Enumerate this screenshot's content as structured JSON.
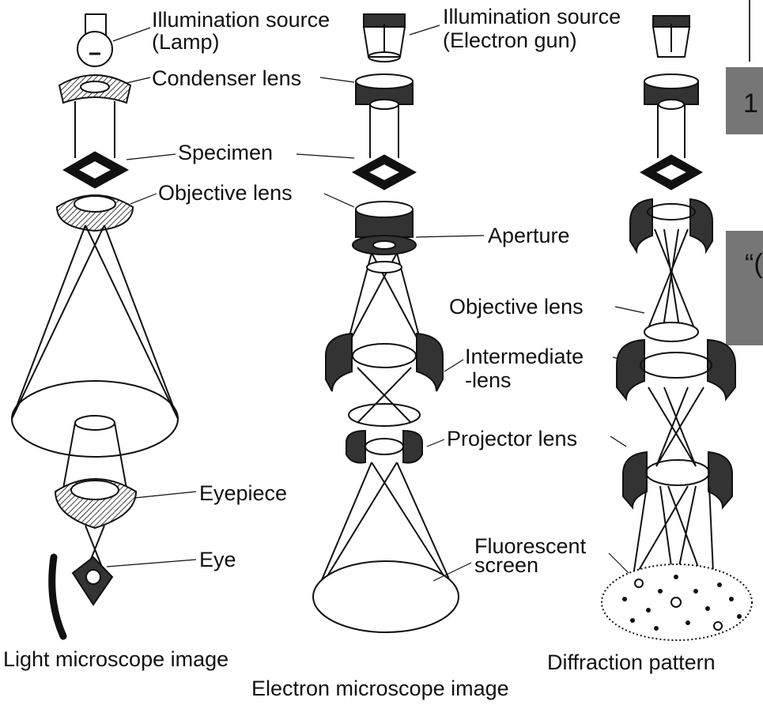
{
  "light_microscope": {
    "illumination_source": "Illumination source",
    "lamp": "(Lamp)",
    "condenser_lens": "Condenser lens",
    "specimen": "Specimen",
    "objective_lens": "Objective lens",
    "eyepiece": "Eyepiece",
    "eye": "Eye",
    "caption": "Light microscope image"
  },
  "electron_microscope": {
    "illumination_source": "Illumination source",
    "electron_gun": "(Electron gun)",
    "aperture": "Aperture",
    "objective_lens": "Objective lens",
    "intermediate_lens_1": "Intermediate",
    "intermediate_lens_2": "-lens",
    "projector_lens": "Projector lens",
    "fluorescent_1": "Fluorescent",
    "fluorescent_2": "screen",
    "caption": "Electron microscope image"
  },
  "diffraction": {
    "caption": "Diffraction pattern"
  },
  "slide_fragments": {
    "top": "1",
    "bottom": "“("
  }
}
